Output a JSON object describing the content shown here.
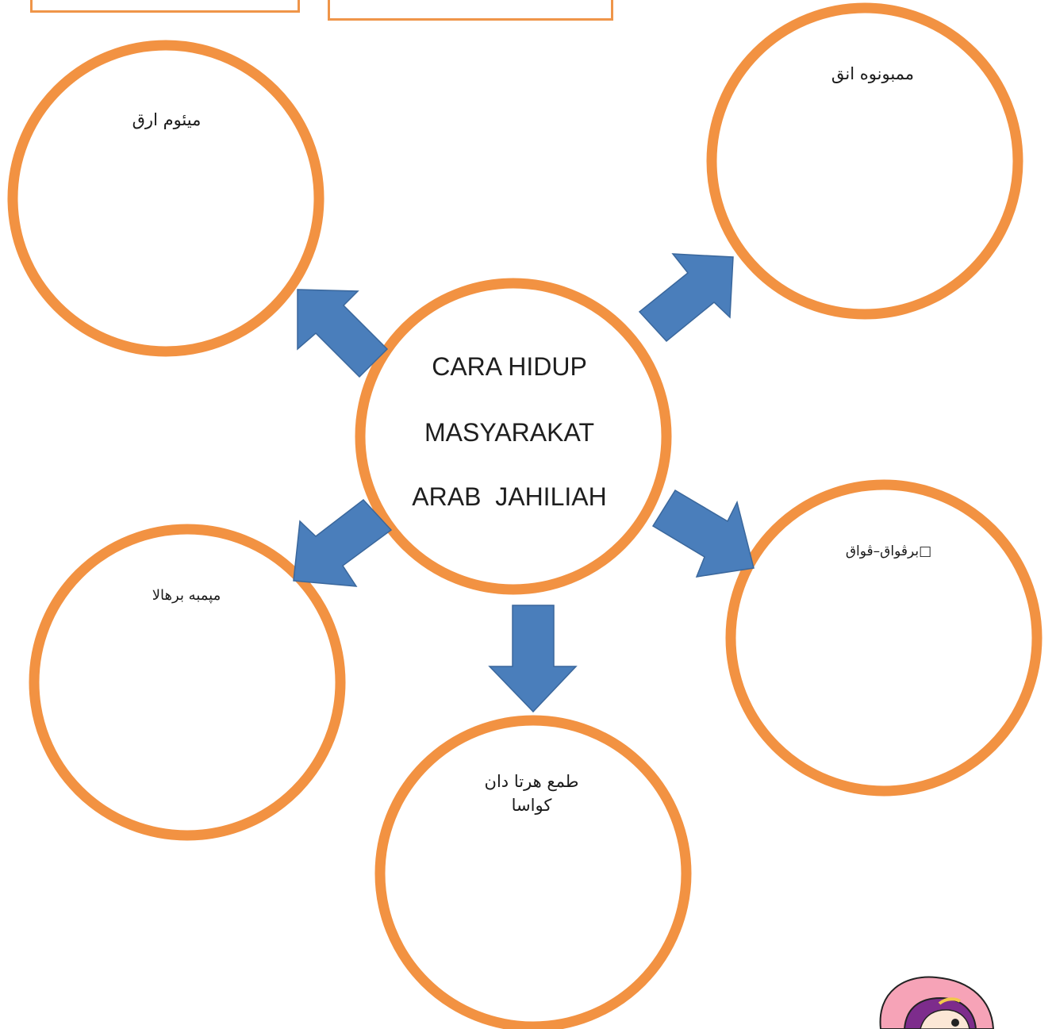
{
  "palette": {
    "circle_stroke": "#f29242",
    "arrow_fill": "#4a7ebb",
    "arrow_stroke": "#3a679c",
    "box_border": "#ef9549"
  },
  "center": {
    "line1": "CARA HIDUP",
    "line2": "MASYARAKAT",
    "line3": "ARAB  JAHILIAH"
  },
  "branches": {
    "top_left": "ميئوم ارق",
    "top_right": "ممبونوه انق",
    "bottom_left": "مپمبه برهالا",
    "bottom_center": "طمع هرتا دان\nکواسا",
    "right": "□برڤواق–ڤواق"
  },
  "icons": {
    "arrows": "arrow-icon",
    "corner_art": "girl-character-icon"
  }
}
